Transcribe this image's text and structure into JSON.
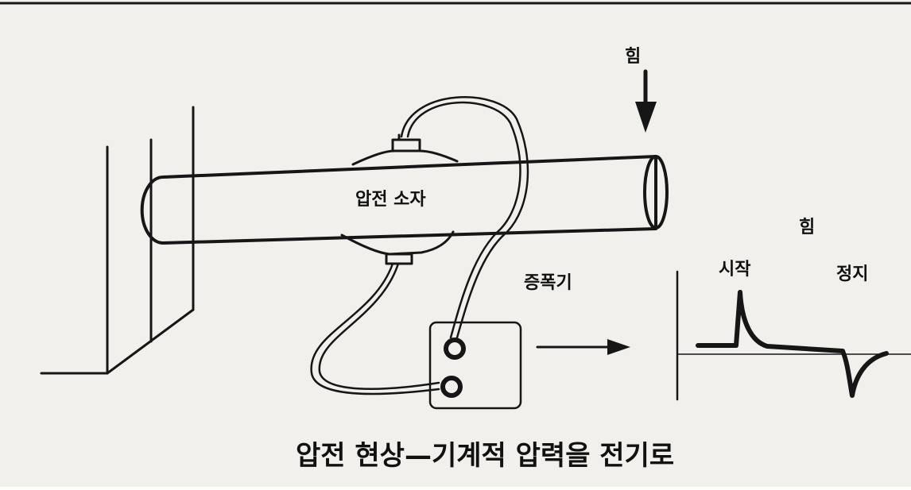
{
  "labels": {
    "force_top": "힘",
    "element": "압전 소자",
    "amplifier": "증폭기",
    "force_graph": "힘",
    "start": "시작",
    "stop": "정지"
  },
  "caption": "압전 현상—기계적 압력을 전기로",
  "colors": {
    "paper": "#f1f0ec",
    "ink": "#161616"
  }
}
